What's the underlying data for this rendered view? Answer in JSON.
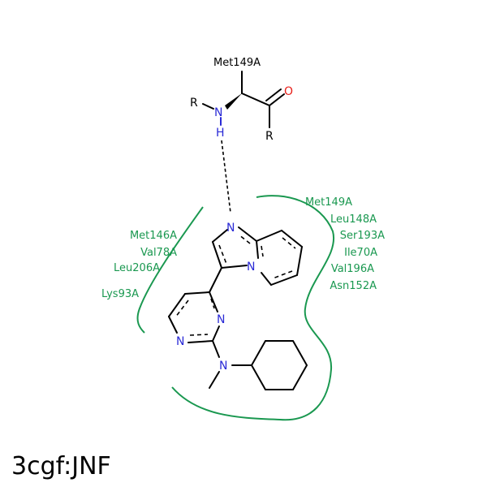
{
  "title": "3cgf:JNF",
  "colors": {
    "residue": "#1a9850",
    "nitrogen": "#2a2ad6",
    "oxygen": "#e8201a",
    "carbon": "#000000"
  },
  "backbone": {
    "residue_label": "Met149A",
    "n_label": "N",
    "h_label": "H",
    "o_label": "O",
    "r1_label": "R",
    "r2_label": "R"
  },
  "ligand_atoms": {
    "n_bridge": "N",
    "n_ring_top": "N",
    "n_pyr_1": "N",
    "n_pyr_2": "N",
    "n_amine": "N"
  },
  "residues_left": [
    "Met146A",
    "Val78A",
    "Leu206A",
    "Lys93A"
  ],
  "residues_right": [
    "Met149A",
    "Leu148A",
    "Ser193A",
    "Ile70A",
    "Val196A",
    "Asn152A"
  ]
}
